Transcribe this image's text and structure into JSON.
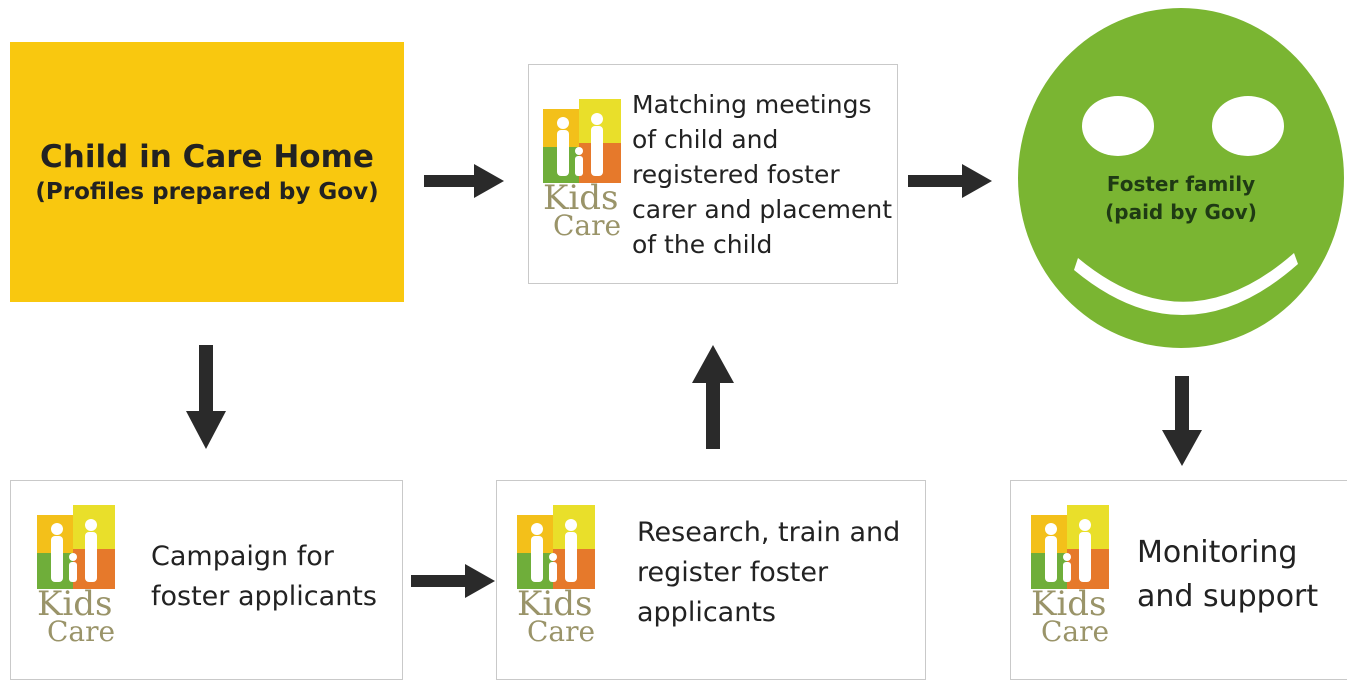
{
  "start": {
    "line1": "Child in Care Home",
    "line2": "(Profiles prepared by Gov)"
  },
  "matching": {
    "lines": [
      "Matching meetings",
      "of child and",
      "registered foster",
      "carer and placement",
      "of the child"
    ]
  },
  "family": {
    "line1": "Foster family",
    "line2": "(paid by Gov)"
  },
  "campaign": {
    "lines": [
      "Campaign for",
      "foster applicants"
    ]
  },
  "research": {
    "lines": [
      "Research, train and",
      "register foster",
      "applicants"
    ]
  },
  "monitoring": {
    "lines": [
      "Monitoring",
      "and support"
    ]
  },
  "logo": {
    "word1": "Kids",
    "word2": "Care"
  },
  "colors": {
    "yellow": "#f9c80f",
    "green": "#7ab532",
    "arrow": "#2a2a2a",
    "logo_text": "#9a9469"
  }
}
